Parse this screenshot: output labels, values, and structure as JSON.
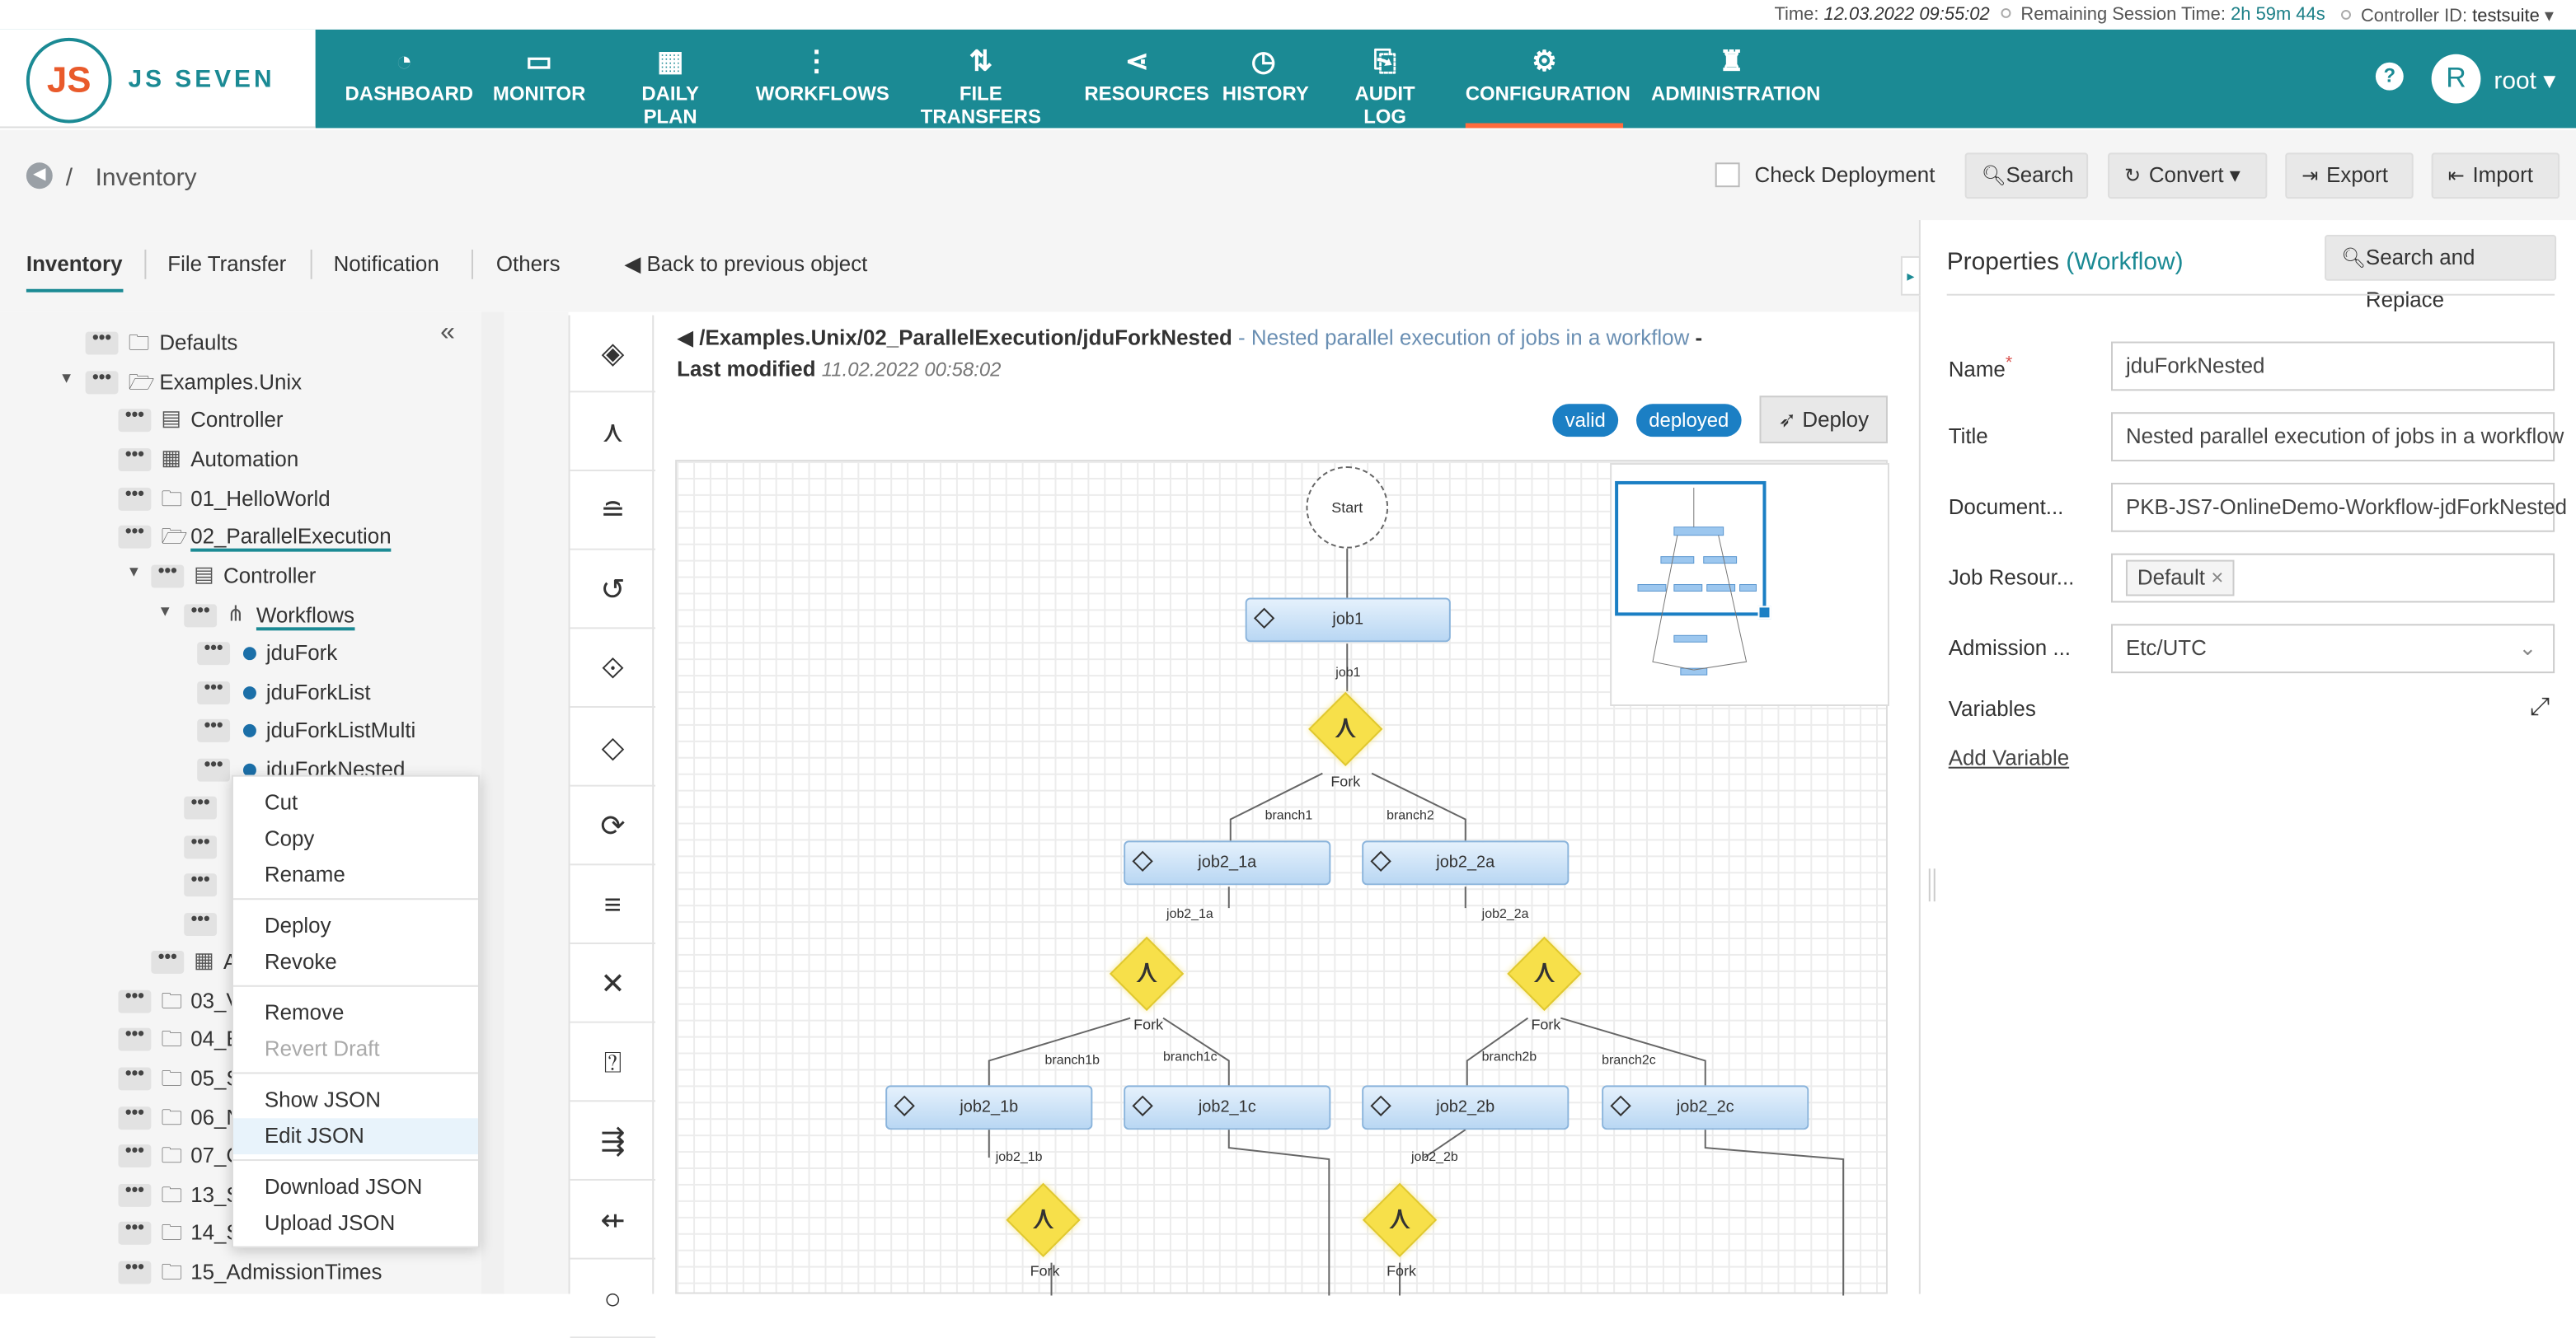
{
  "status": {
    "time_label": "Time:",
    "time": "12.03.2022 09:55:02",
    "session_label": "Remaining Session Time:",
    "session": "2h 59m 44s",
    "controller_label": "Controller ID:",
    "controller": "testsuite"
  },
  "brand": {
    "logo": "JS",
    "name": "JS SEVEN"
  },
  "nav": [
    {
      "label": "DASHBOARD",
      "icon": "dashboard-icon"
    },
    {
      "label": "MONITOR",
      "icon": "monitor-icon"
    },
    {
      "label": "DAILY PLAN",
      "icon": "calendar-icon"
    },
    {
      "label": "WORKFLOWS",
      "icon": "workflow-icon"
    },
    {
      "label": "FILE TRANSFERS",
      "icon": "transfer-icon"
    },
    {
      "label": "RESOURCES",
      "icon": "share-icon"
    },
    {
      "label": "HISTORY",
      "icon": "clock-icon"
    },
    {
      "label": "AUDIT LOG",
      "icon": "audit-icon"
    },
    {
      "label": "CONFIGURATION",
      "icon": "gear-icon"
    },
    {
      "label": "ADMINISTRATION",
      "icon": "admin-icon"
    }
  ],
  "user": {
    "initial": "R",
    "name": "root"
  },
  "breadcrumb": {
    "sep": "/",
    "title": "Inventory"
  },
  "actions": {
    "check_deployment": "Check Deployment",
    "search": "Search",
    "convert": "Convert",
    "export": "Export",
    "import": "Import"
  },
  "tabs": [
    "Inventory",
    "File Transfer",
    "Notification",
    "Others"
  ],
  "back_link": "Back to previous object",
  "tree": {
    "defaults": "Defaults",
    "examples": "Examples.Unix",
    "controller": "Controller",
    "automation": "Automation",
    "hello": "01_HelloWorld",
    "parallel": "02_ParallelExecution",
    "controller2": "Controller",
    "workflows": "Workflows",
    "wf": [
      "jduFork",
      "jduForkList",
      "jduForkListMulti",
      "jduForkNested"
    ],
    "a_prefix": "A",
    "folders": [
      "03_V",
      "04_E",
      "05_S",
      "06_N",
      "07_C",
      "13_S",
      "14_S",
      "15_AdmissionTimes"
    ]
  },
  "context_menu": [
    "Cut",
    "Copy",
    "Rename",
    "Deploy",
    "Revoke",
    "Remove",
    "Revert Draft",
    "Show JSON",
    "Edit JSON",
    "Download JSON",
    "Upload JSON"
  ],
  "workflow": {
    "path": "/Examples.Unix/02_ParallelExecution/jduForkNested",
    "desc": "- Nested parallel execution of jobs in a workflow",
    "modified_label": "- Last modified",
    "modified": "11.02.2022 00:58:02",
    "valid": "valid",
    "deployed": "deployed",
    "deploy": "Deploy"
  },
  "graph": {
    "start": "Start",
    "fork": "Fork",
    "jobs": [
      "job1",
      "job2_1a",
      "job2_2a",
      "job2_1b",
      "job2_1c",
      "job2_2b",
      "job2_2c"
    ],
    "edges": [
      "job1",
      "branch1",
      "branch2",
      "job2_1a",
      "job2_2a",
      "branch1b",
      "branch1c",
      "branch2b",
      "branch2c",
      "job2_1b",
      "job2_2b"
    ]
  },
  "properties": {
    "title": "Properties",
    "type": "(Workflow)",
    "search_replace": "Search and Replace",
    "name_label": "Name",
    "name": "jduForkNested",
    "title_label": "Title",
    "title_val": "Nested parallel execution of jobs in a workflow",
    "doc_label": "Document...",
    "doc": "PKB-JS7-OnlineDemo-Workflow-jdForkNested",
    "jobres_label": "Job Resour...",
    "jobres": "Default",
    "adm_label": "Admission ...",
    "adm": "Etc/UTC",
    "variables": "Variables",
    "add_variable": "Add Variable"
  },
  "colors": {
    "accent": "#1b8a94",
    "active_tab": "#ff6b3d",
    "badge": "#1b7fc4"
  }
}
